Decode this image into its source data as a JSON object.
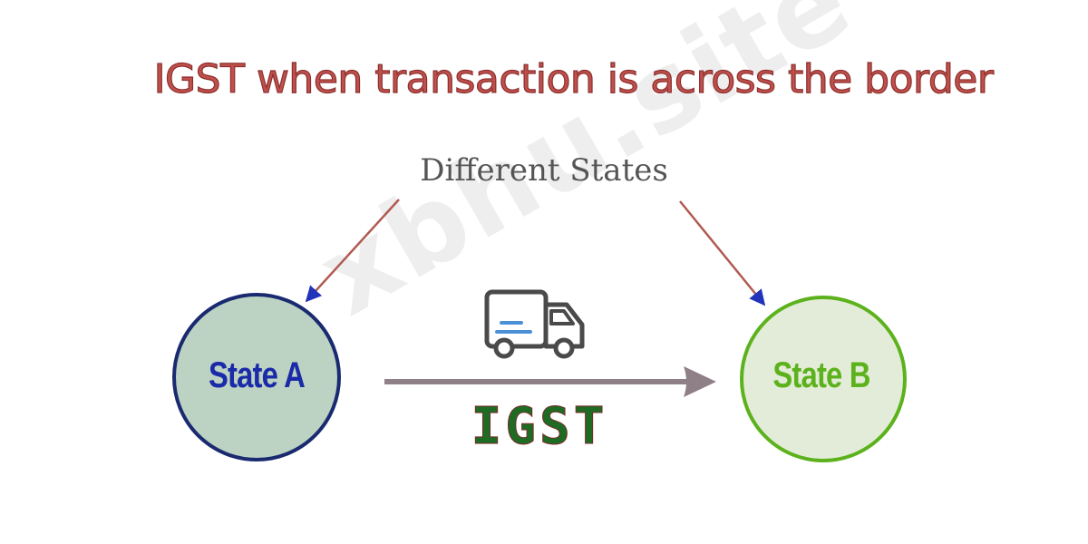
{
  "title": "IGST when transaction is across the border",
  "subtitle": "Different States",
  "nodes": {
    "state_a": {
      "label": "State A",
      "fill": "#bcd2c2",
      "stroke": "#1a2a70",
      "text_color": "#1a2aa8"
    },
    "state_b": {
      "label": "State B",
      "fill": "#e3ecd8",
      "stroke": "#5cb21c",
      "text_color": "#5cb21c"
    }
  },
  "flow": {
    "label": "IGST",
    "label_color": "#1e6b24",
    "arrow_color": "#8f8088"
  },
  "pointer_color": "#b05a50",
  "truck_icon": "delivery-truck-icon",
  "watermark": "xbhu.site"
}
